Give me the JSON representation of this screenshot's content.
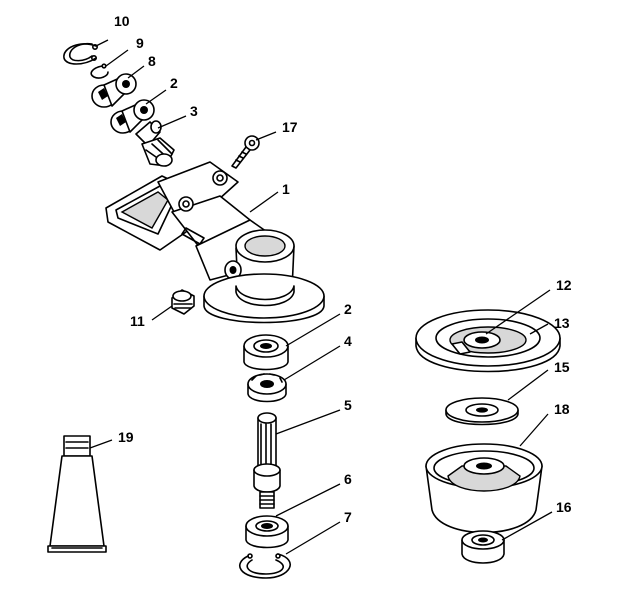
{
  "callouts": {
    "p10": "10",
    "p9": "9",
    "p8": "8",
    "p2a": "2",
    "p3": "3",
    "p17": "17",
    "p1": "1",
    "p11": "11",
    "p2b": "2",
    "p4": "4",
    "p5": "5",
    "p6": "6",
    "p7": "7",
    "p12": "12",
    "p13": "13",
    "p15": "15",
    "p18": "18",
    "p16": "16",
    "p19": "19"
  }
}
